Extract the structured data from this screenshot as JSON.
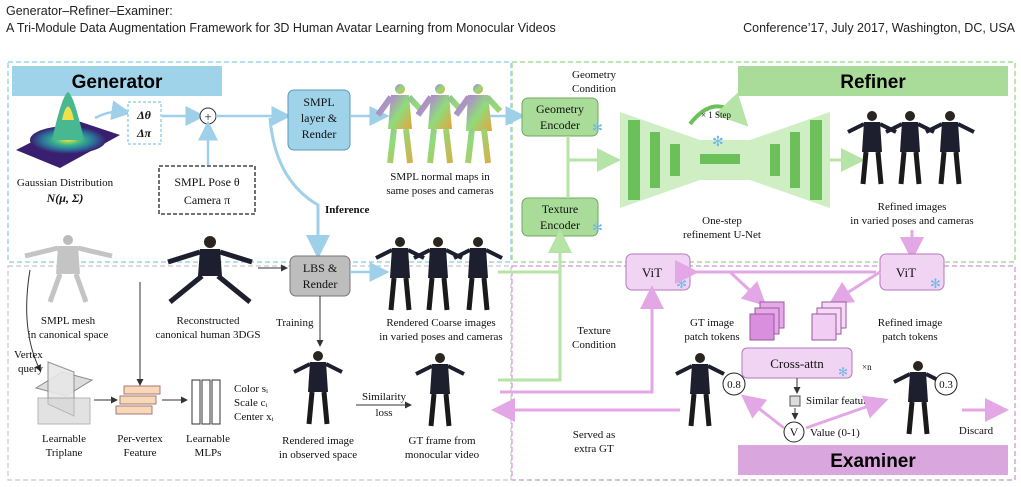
{
  "header": {
    "line1": "Generator–Refiner–Examiner:",
    "line2": "A Tri-Module Data Augmentation Framework for 3D Human Avatar Learning from Monocular Videos",
    "right": "Conference’17, July 2017, Washington, DC, USA"
  },
  "modules": {
    "generator": "Generator",
    "refiner": "Refiner",
    "examiner": "Examiner"
  },
  "generator": {
    "gaussian_label_1": "Gaussian Distribution",
    "gaussian_label_2": "N(μ, Σ)",
    "delta_theta": "Δθ",
    "delta_pi": "Δπ",
    "plus": "+",
    "smpl_pose_1": "SMPL Pose θ",
    "smpl_pose_2": "Camera π",
    "smpl_render_1": "SMPL",
    "smpl_render_2": "layer &",
    "smpl_render_3": "Render",
    "normal_maps_1": "SMPL normal maps in",
    "normal_maps_2": "same poses and cameras",
    "inference": "Inference",
    "lbs_1": "LBS &",
    "lbs_2": "Render",
    "coarse_1": "Rendered Coarse images",
    "coarse_2": "in varied poses and cameras",
    "smpl_mesh_1": "SMPL mesh",
    "smpl_mesh_2": "in canonical space",
    "recon_1": "Reconstructed",
    "recon_2": "canonical human 3DGS",
    "training": "Training",
    "vertex_query_1": "Vertex",
    "vertex_query_2": "query",
    "color": "Color sᵢ",
    "scale": "Scale cᵢ",
    "center": "Center xᵢ",
    "triplane_1": "Learnable",
    "triplane_2": "Triplane",
    "pervertex_1": "Per-vertex",
    "pervertex_2": "Feature",
    "mlps_1": "Learnable",
    "mlps_2": "MLPs",
    "rendered_obs_1": "Rendered image",
    "rendered_obs_2": "in observed space",
    "similarity_1": "Similarity",
    "similarity_2": "loss",
    "gt_frame_1": "GT frame from",
    "gt_frame_2": "monocular video"
  },
  "refiner": {
    "geom_cond_1": "Geometry",
    "geom_cond_2": "Condition",
    "geom_enc_1": "Geometry",
    "geom_enc_2": "Encoder",
    "tex_enc_1": "Texture",
    "tex_enc_2": "Encoder",
    "one_step": "× 1 Step",
    "unet_1": "One-step",
    "unet_2": "refinement U-Net",
    "refined_1": "Refined images",
    "refined_2": "in varied poses and cameras",
    "tex_cond_1": "Texture",
    "tex_cond_2": "Condition"
  },
  "examiner": {
    "vit_left": "ViT",
    "vit_right": "ViT",
    "gt_tokens_1": "GT image",
    "gt_tokens_2": "patch tokens",
    "refined_tokens_1": "Refined image",
    "refined_tokens_2": "patch tokens",
    "cross_attn": "Cross-attn",
    "times_n": "×n",
    "similar_feature": "Similar feature",
    "score_left": "0.8",
    "score_right": "0.3",
    "v": "V",
    "value": "Value (0-1)",
    "served_1": "Served as",
    "served_2": "extra GT",
    "discard": "Discard"
  },
  "colors": {
    "generator": "#9fd3ea",
    "refiner": "#a9dc98",
    "examiner": "#d9a6dd",
    "blue_arrow": "#9fd0ea",
    "green_arrow": "#b6e3a6",
    "pink_arrow": "#e4a7e6",
    "smpl_box": "#9fd3ea",
    "lbs_box": "#bdbdbd"
  },
  "icons": [
    "snowflake-icon",
    "gaussian-surface-icon",
    "human-figure-icon",
    "unet-icon"
  ]
}
